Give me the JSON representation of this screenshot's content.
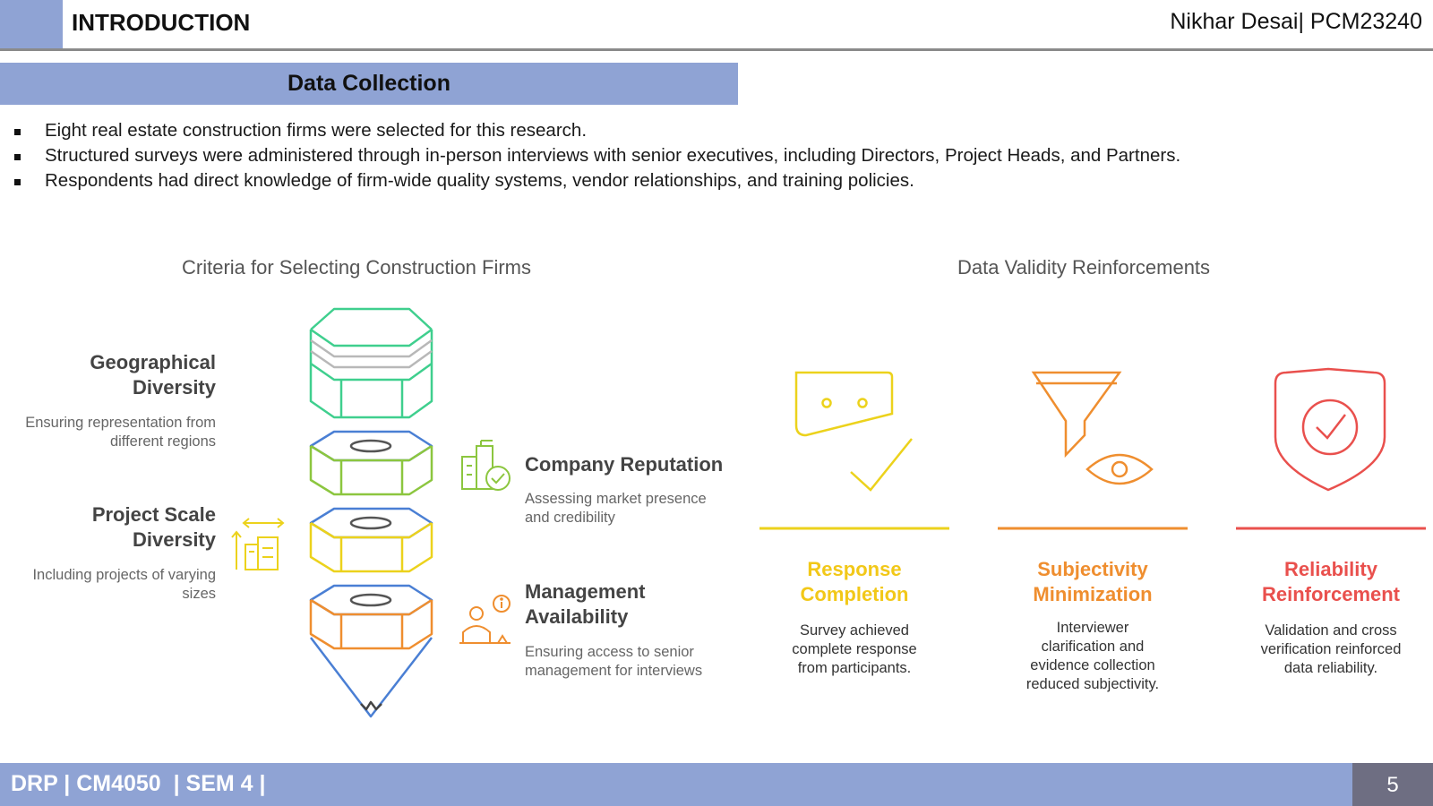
{
  "header": {
    "title": "INTRODUCTION",
    "author": "Nikhar Desai| PCM23240"
  },
  "section": {
    "title": "Data Collection"
  },
  "bullets": [
    "Eight real estate construction firms were selected for this research.",
    "Structured surveys were administered through in-person interviews with senior executives, including Directors, Project Heads, and Partners.",
    "Respondents had direct knowledge of firm-wide quality systems, vendor relationships, and training policies."
  ],
  "criteria": {
    "heading": "Criteria for Selecting Construction Firms",
    "items": [
      {
        "title_line1": "Geographical",
        "title_line2": "Diversity",
        "desc_line1": "Ensuring representation from",
        "desc_line2": "different regions"
      },
      {
        "title_line1": "Company Reputation",
        "desc_line1": "Assessing market presence",
        "desc_line2": "and credibility"
      },
      {
        "title_line1": "Project Scale",
        "title_line2": "Diversity",
        "desc_line1": "Including projects of varying",
        "desc_line2": "sizes"
      },
      {
        "title_line1": "Management",
        "title_line2": "Availability",
        "desc_line1": "Ensuring access to senior",
        "desc_line2": "management for interviews"
      }
    ]
  },
  "validity": {
    "heading": "Data Validity Reinforcements",
    "items": [
      {
        "title_line1": "Response",
        "title_line2": "Completion",
        "desc": [
          "Survey achieved",
          "complete response",
          "from participants."
        ],
        "color": "#f2c818"
      },
      {
        "title_line1": "Subjectivity",
        "title_line2": "Minimization",
        "desc": [
          "Interviewer",
          "clarification and",
          "evidence collection",
          "reduced subjectivity."
        ],
        "color": "#ef8e2f"
      },
      {
        "title_line1": "Reliability",
        "title_line2": "Reinforcement",
        "desc": [
          "Validation and cross",
          "verification reinforced",
          "data reliability."
        ],
        "color": "#e9504d"
      }
    ]
  },
  "colors": {
    "accent": "#8fa3d4",
    "green": "#3fcf8e",
    "lime": "#8cc63f",
    "yellow": "#ecd21c",
    "orange": "#ef8e2f",
    "blue": "#4a7fd4",
    "red": "#e9504d"
  },
  "footer": {
    "text": "DRP | CM4050  | SEM 4 |",
    "page": "5"
  }
}
